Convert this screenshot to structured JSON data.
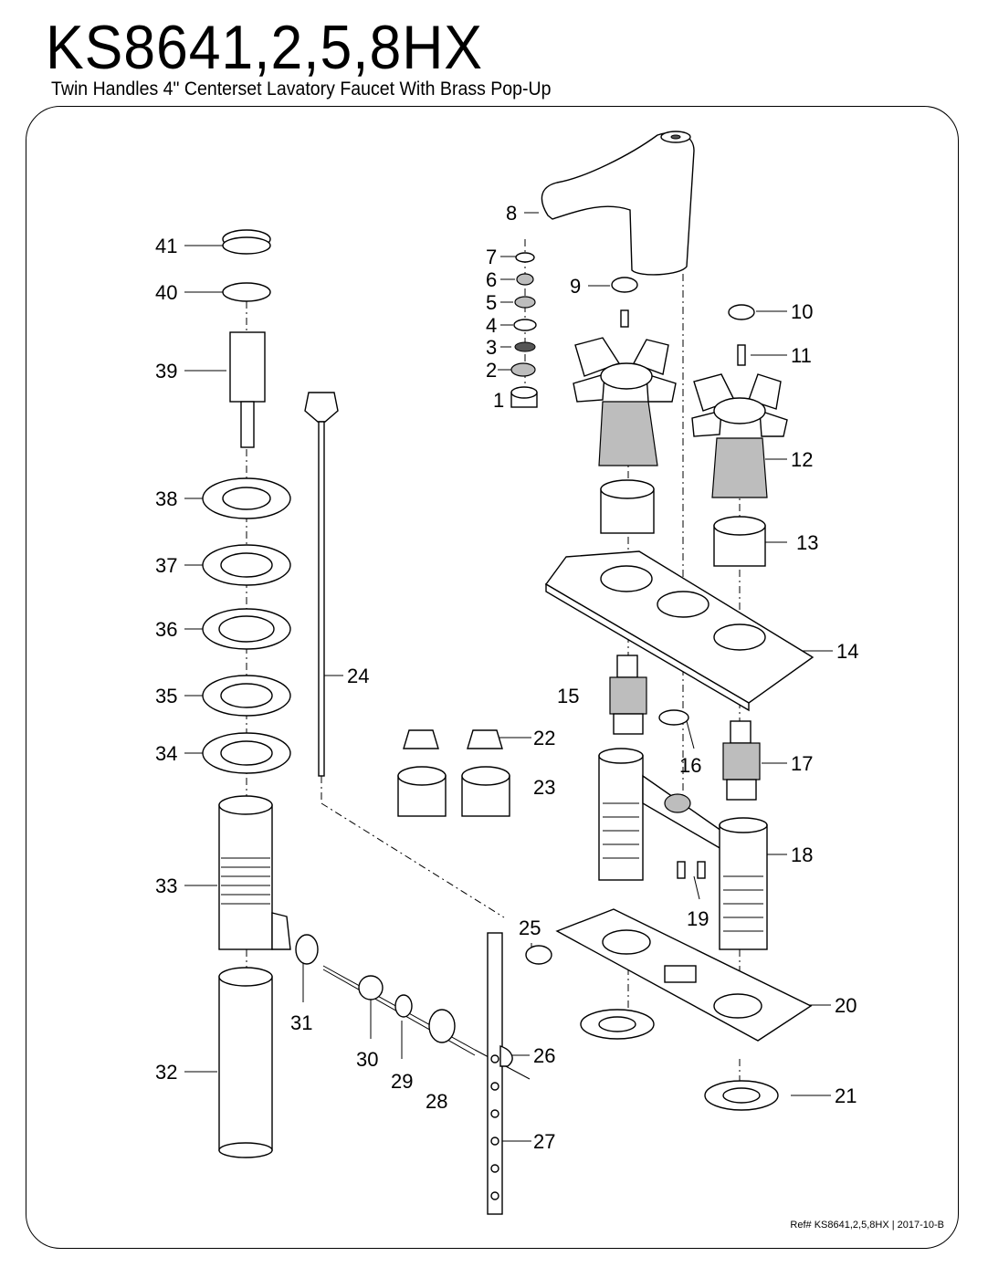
{
  "header": {
    "model": "KS8641,2,5,8HX",
    "description": "Twin Handles 4\" Centerset Lavatory Faucet With Brass Pop-Up"
  },
  "footer": {
    "reference": "Ref# KS8641,2,5,8HX | 2017-10-B"
  },
  "callouts": [
    "1",
    "2",
    "3",
    "4",
    "5",
    "6",
    "7",
    "8",
    "9",
    "10",
    "11",
    "12",
    "13",
    "14",
    "15",
    "16",
    "17",
    "18",
    "19",
    "20",
    "21",
    "22",
    "23",
    "24",
    "25",
    "26",
    "27",
    "28",
    "29",
    "30",
    "31",
    "32",
    "33",
    "34",
    "35",
    "36",
    "37",
    "38",
    "39",
    "40",
    "41"
  ]
}
